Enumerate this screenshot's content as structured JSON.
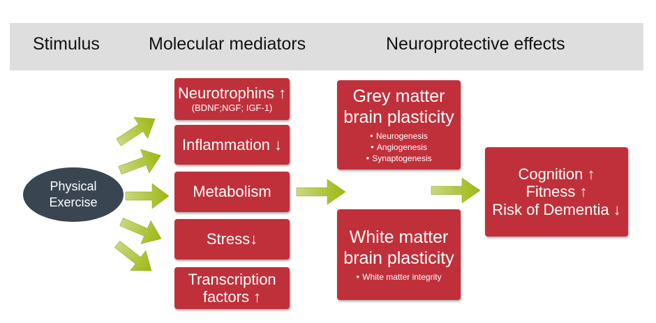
{
  "header": {
    "stimulus": "Stimulus",
    "mediators": "Molecular mediators",
    "effects": "Neuroprotective effects"
  },
  "stimulus_node": {
    "line1": "Physical",
    "line2": "Exercise"
  },
  "mediators": [
    {
      "label": "Neurotrophins ↑",
      "sub": "(BDNF;NGF; IGF-1)"
    },
    {
      "label": "Inflammation ↓"
    },
    {
      "label": "Metabolism"
    },
    {
      "label": "Stress↓"
    },
    {
      "line1": "Transcription",
      "line2": "factors ↑"
    }
  ],
  "grey_matter": {
    "line1": "Grey matter",
    "line2": "brain plasticity",
    "items": [
      "Neurogenesis",
      "Angiogenesis",
      "Synaptogenesis"
    ]
  },
  "white_matter": {
    "line1": "White matter",
    "line2": "brain plasticity",
    "items": [
      "White matter integrity"
    ]
  },
  "outcomes": {
    "line1": "Cognition ↑",
    "line2": "Fitness ↑",
    "line3": "Risk of Dementia ↓"
  },
  "colors": {
    "box_red": "#c0303a",
    "stimulus_slate": "#3a4552",
    "arrow_green": "#a9c414",
    "header_gray": "#dedede"
  }
}
